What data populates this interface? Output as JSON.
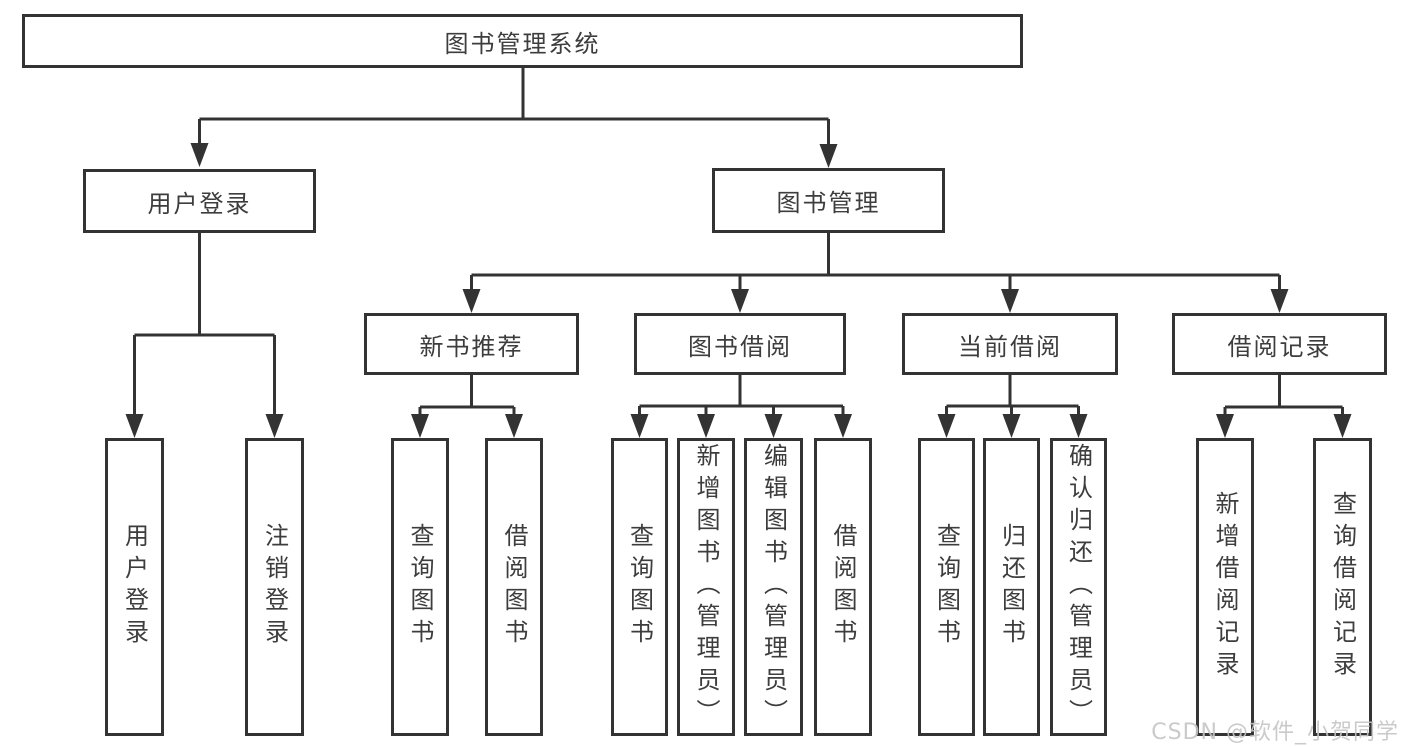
{
  "tree": {
    "root": "图书管理系统",
    "level2": [
      {
        "label": "用户登录",
        "children": [
          "用户登录",
          "注销登录"
        ]
      },
      {
        "label": "图书管理",
        "children": [
          {
            "label": "新书推荐",
            "children": [
              "查询图书",
              "借阅图书"
            ]
          },
          {
            "label": "图书借阅",
            "children": [
              "查询图书",
              "新增图书（管理员）",
              "编辑图书（管理员）",
              "借阅图书"
            ]
          },
          {
            "label": "当前借阅",
            "children": [
              "查询图书",
              "归还图书",
              "确认归还（管理员）"
            ]
          },
          {
            "label": "借阅记录",
            "children": [
              "新增借阅记录",
              "查询借阅记录"
            ]
          }
        ]
      }
    ]
  },
  "watermark": "CSDN @软件_小贺同学",
  "colors": {
    "line": "#333333",
    "border": "#333333",
    "text": "#3d3d3d",
    "watermark": "#c5c5c5",
    "background": "#ffffff"
  }
}
